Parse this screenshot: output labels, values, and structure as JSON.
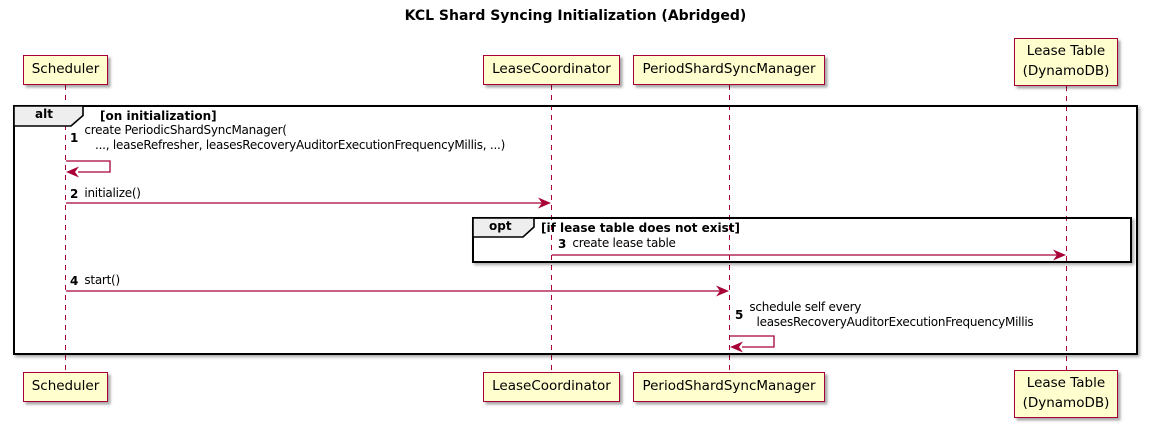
{
  "title": "KCL Shard Syncing Initialization (Abridged)",
  "participants": [
    {
      "id": "scheduler",
      "label": "Scheduler"
    },
    {
      "id": "lease-coordinator",
      "label": "LeaseCoordinator"
    },
    {
      "id": "period-shard-sync-manager",
      "label": "PeriodShardSyncManager"
    },
    {
      "id": "lease-table",
      "label": "Lease Table\n(DynamoDB)"
    }
  ],
  "frames": {
    "alt": {
      "label": "alt",
      "condition": "[on initialization]"
    },
    "opt": {
      "label": "opt",
      "condition": "[if lease table does not exist]"
    }
  },
  "messages": [
    {
      "num": "1",
      "text": "create PeriodicShardSyncManager(\n   ..., leaseRefresher, leasesRecoveryAuditorExecutionFrequencyMillis, ...)",
      "from": "Scheduler",
      "to": "Scheduler",
      "kind": "self"
    },
    {
      "num": "2",
      "text": "initialize()",
      "from": "Scheduler",
      "to": "LeaseCoordinator",
      "kind": "solid"
    },
    {
      "num": "3",
      "text": "create lease table",
      "from": "LeaseCoordinator",
      "to": "Lease Table (DynamoDB)",
      "kind": "solid"
    },
    {
      "num": "4",
      "text": "start()",
      "from": "Scheduler",
      "to": "PeriodShardSyncManager",
      "kind": "solid"
    },
    {
      "num": "5",
      "text": "schedule self every\n  leasesRecoveryAuditorExecutionFrequencyMillis",
      "from": "PeriodShardSyncManager",
      "to": "PeriodShardSyncManager",
      "kind": "self"
    }
  ],
  "colors": {
    "participant_fill": "#FEFECE",
    "participant_border": "#A80036",
    "lifeline": "#A80036",
    "arrow": "#A80036",
    "frame_border": "#000000",
    "frame_label_bg": "#EEEEEE"
  }
}
